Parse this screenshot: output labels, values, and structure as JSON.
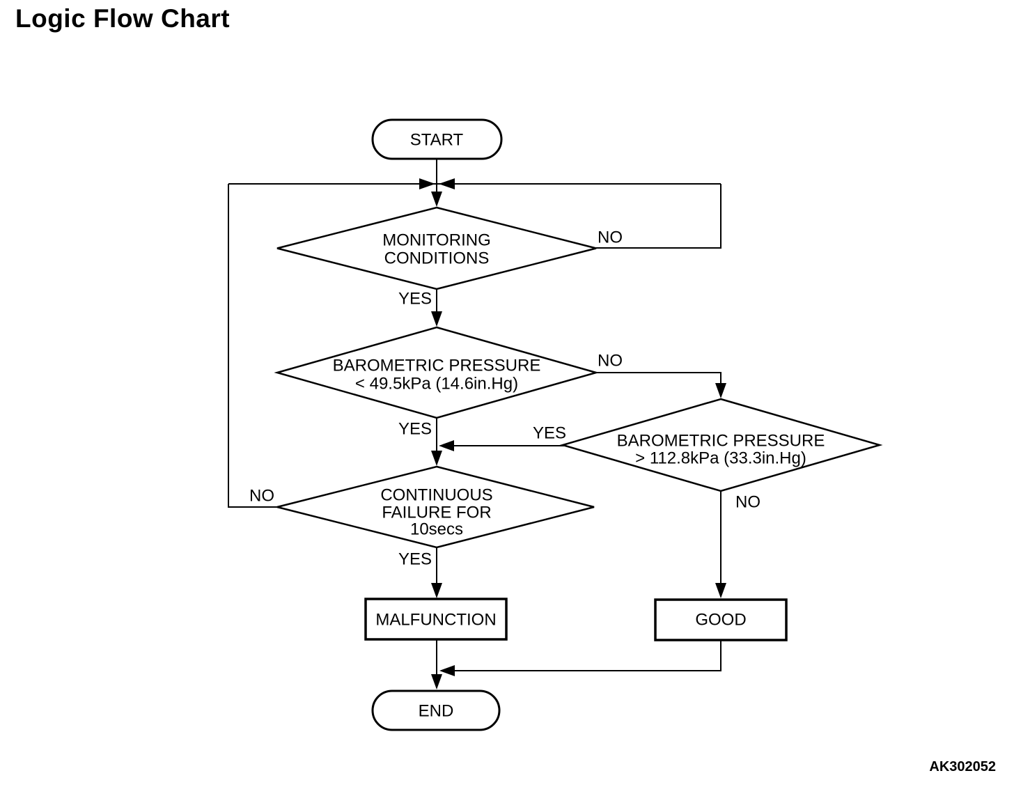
{
  "page": {
    "title": "Logic Flow Chart",
    "figure_code": "AK302052"
  },
  "colors": {
    "ink": "#000000",
    "background": "#ffffff"
  },
  "nodes": {
    "start": {
      "type": "terminator",
      "label": "START"
    },
    "monitoring_conditions": {
      "type": "decision",
      "lines": [
        "MONITORING",
        "CONDITIONS"
      ]
    },
    "barometric_low": {
      "type": "decision",
      "lines": [
        "BAROMETRIC PRESSURE",
        "< 49.5kPa (14.6in.Hg)"
      ]
    },
    "barometric_high": {
      "type": "decision",
      "lines": [
        "BAROMETRIC PRESSURE",
        "> 112.8kPa (33.3in.Hg)"
      ]
    },
    "continuous_failure": {
      "type": "decision",
      "lines": [
        "CONTINUOUS",
        "FAILURE FOR",
        "10secs"
      ]
    },
    "malfunction": {
      "type": "process",
      "label": "MALFUNCTION"
    },
    "good": {
      "type": "process",
      "label": "GOOD"
    },
    "end": {
      "type": "terminator",
      "label": "END"
    }
  },
  "edges": [
    {
      "from": "start",
      "to": "monitoring_conditions",
      "label": ""
    },
    {
      "from": "monitoring_conditions",
      "to": "top_junction_loop",
      "label": "NO"
    },
    {
      "from": "monitoring_conditions",
      "to": "barometric_low",
      "label": "YES"
    },
    {
      "from": "barometric_low",
      "to": "barometric_high",
      "label": "NO"
    },
    {
      "from": "barometric_low",
      "to": "continuous_failure",
      "label": "YES"
    },
    {
      "from": "barometric_high",
      "to": "continuous_failure",
      "label": "YES"
    },
    {
      "from": "barometric_high",
      "to": "good",
      "label": "NO"
    },
    {
      "from": "continuous_failure",
      "to": "malfunction",
      "label": "YES"
    },
    {
      "from": "continuous_failure",
      "to": "top_junction_loop",
      "label": "NO"
    },
    {
      "from": "malfunction",
      "to": "end",
      "label": ""
    },
    {
      "from": "good",
      "to": "end",
      "label": ""
    }
  ]
}
